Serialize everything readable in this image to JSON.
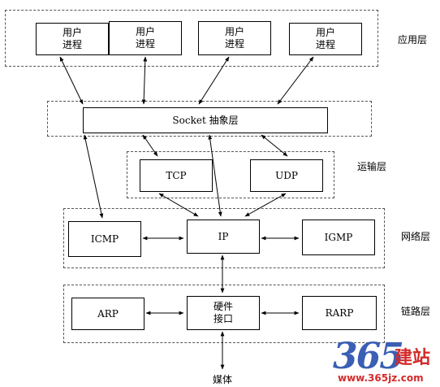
{
  "layers": {
    "application": "应用层",
    "transport": "运输层",
    "network": "网络层",
    "link": "链路层"
  },
  "boxes": {
    "process1": "用户\n进程",
    "process2": "用户\n进程",
    "process3": "用户\n进程",
    "process4": "用户\n进程",
    "socket": "Socket 抽象层",
    "tcp": "TCP",
    "udp": "UDP",
    "icmp": "ICMP",
    "ip": "IP",
    "igmp": "IGMP",
    "arp": "ARP",
    "hardware": "硬件\n接口",
    "rarp": "RARP"
  },
  "media": "媒体",
  "watermark": {
    "number": "365",
    "brand": "建站",
    "url": "www.365jz.com"
  }
}
